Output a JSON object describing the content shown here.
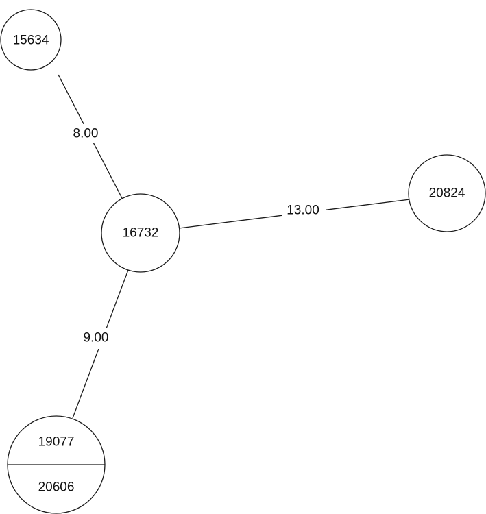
{
  "nodes": [
    {
      "id": "n15634",
      "labels": [
        "15634"
      ]
    },
    {
      "id": "n16732",
      "labels": [
        "16732"
      ]
    },
    {
      "id": "n20824",
      "labels": [
        "20824"
      ]
    },
    {
      "id": "n19077_20606",
      "labels": [
        "19077",
        "20606"
      ]
    }
  ],
  "edges": [
    {
      "from": "n15634",
      "to": "n16732",
      "label": "8.00"
    },
    {
      "from": "n16732",
      "to": "n20824",
      "label": "13.00"
    },
    {
      "from": "n16732",
      "to": "n19077_20606",
      "label": "9.00"
    }
  ],
  "colors": {
    "stroke": "#1a1a1a",
    "text": "#111111",
    "background": "#ffffff"
  }
}
